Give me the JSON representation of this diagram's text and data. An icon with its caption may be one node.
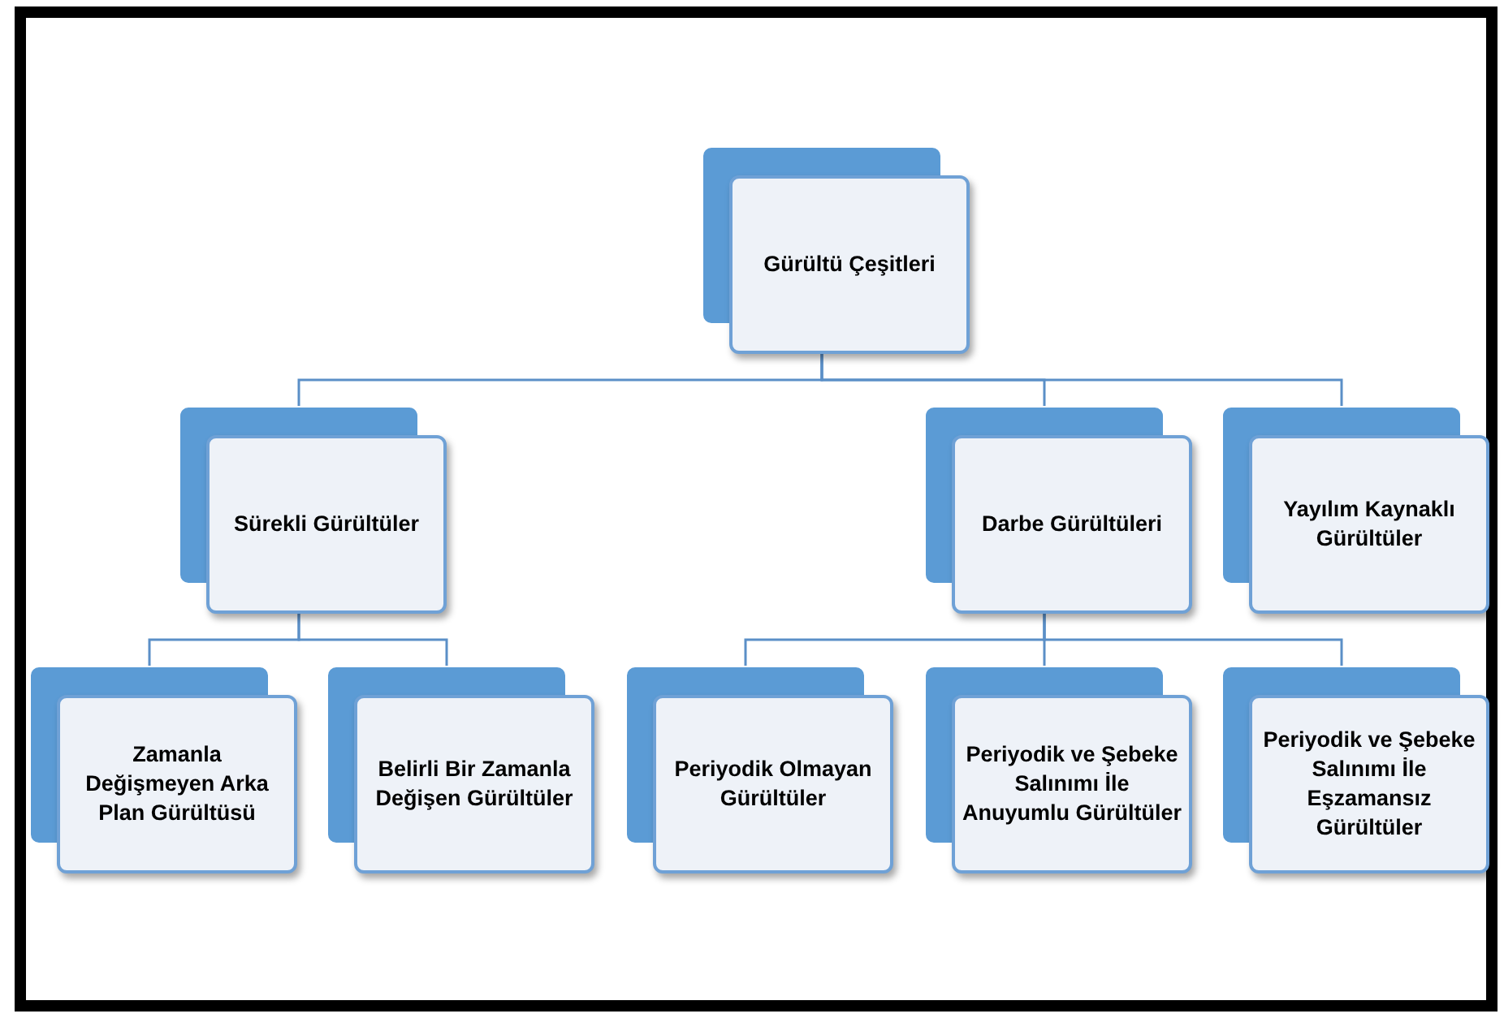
{
  "diagram": {
    "nodes": [
      {
        "text": [
          "Gürültü Çeşitleri"
        ]
      },
      {
        "text": [
          "Sürekli Gürültüler"
        ]
      },
      {
        "text": [
          "Darbe Gürültüleri"
        ]
      },
      {
        "text": [
          "Yayılım Kaynaklı Gürültüler"
        ]
      },
      {
        "text": [
          "Zamanla Değişmeyen Arka Plan Gürültüsü"
        ]
      },
      {
        "text": [
          "Belirli Bir Zamanla Değişen Gürültüler"
        ]
      },
      {
        "text": [
          "Periyodik Olmayan Gürültüler"
        ]
      },
      {
        "text": [
          "Periyodik ve Şebeke Salınımı İle Anuyumlu Gürültüler"
        ]
      },
      {
        "text": [
          "Periyodik ve Şebeke Salınımı İle Eşzamansız Gürültüler"
        ]
      }
    ],
    "edges": [
      {
        "from": 0,
        "to": 1,
        "arrow": "none"
      },
      {
        "from": 0,
        "to": 2,
        "arrow": "none"
      },
      {
        "from": 0,
        "to": 3,
        "arrow": "none"
      },
      {
        "from": 1,
        "to": 4,
        "arrow": "none"
      },
      {
        "from": 1,
        "to": 5,
        "arrow": "none"
      },
      {
        "from": 2,
        "to": 6,
        "arrow": "none"
      },
      {
        "from": 2,
        "to": 7,
        "arrow": "none"
      },
      {
        "from": 2,
        "to": 8,
        "arrow": "none"
      }
    ]
  }
}
